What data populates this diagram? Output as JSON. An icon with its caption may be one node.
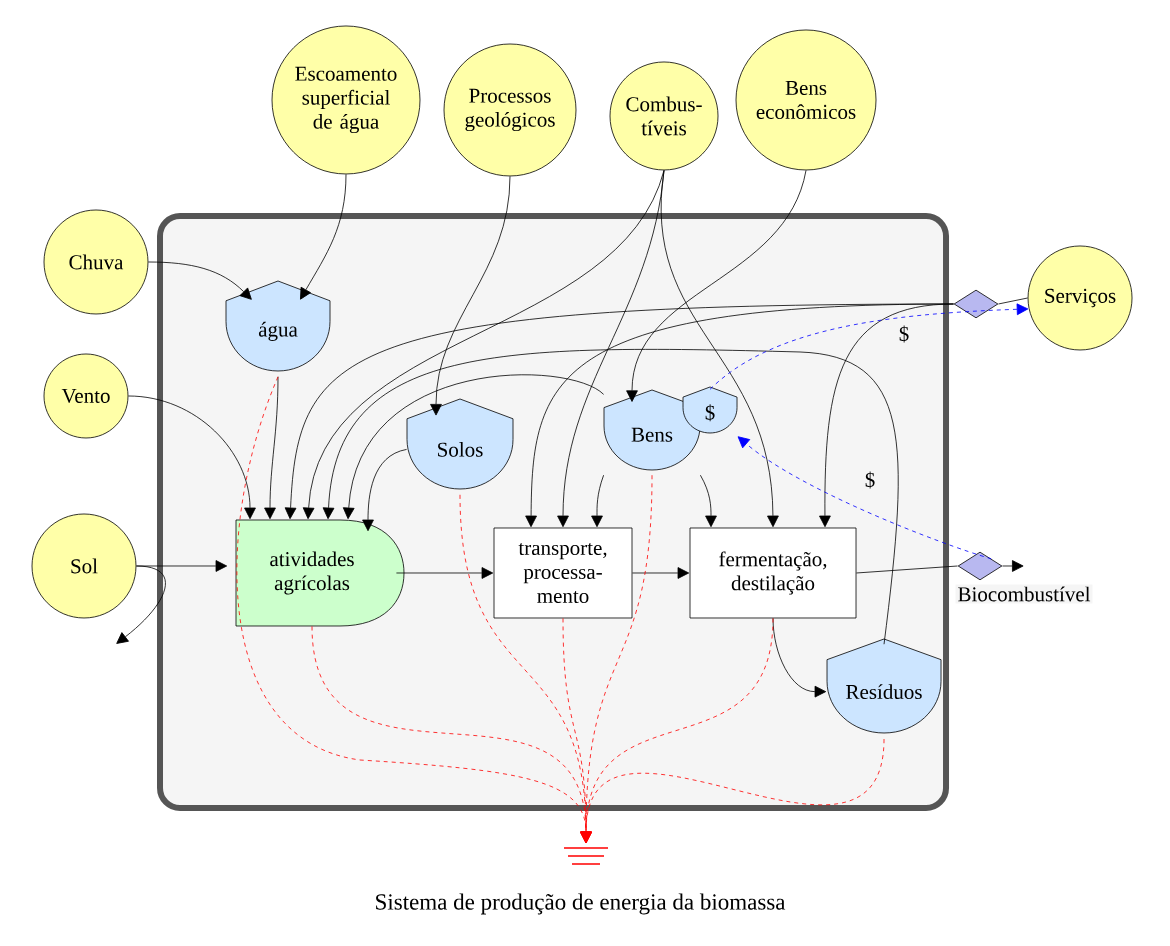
{
  "diagram": {
    "caption": "Sistema de produção de energia da biomassa",
    "nodes": [
      {
        "text": [],
        "shape": "box"
      },
      {
        "text": [
          "Chuva"
        ]
      },
      {
        "text": [
          "Escoamento superficial de água"
        ]
      },
      {
        "text": [
          "Processos geológicos"
        ]
      },
      {
        "text": [
          "Combus- tíveis"
        ]
      },
      {
        "text": [
          "Bens econômicos"
        ]
      },
      {
        "text": [
          "Vento"
        ]
      },
      {
        "text": [
          "Sol"
        ]
      },
      {
        "text": [
          "Serviços"
        ]
      },
      {
        "text": [
          "água"
        ],
        "in": 0
      },
      {
        "text": [
          "Solos"
        ],
        "in": 0
      },
      {
        "text": [
          "Bens"
        ],
        "in": 0
      },
      {
        "text": [
          "$"
        ],
        "in": 0
      },
      {
        "text": [
          "atividades agrícolas"
        ],
        "in": 0
      },
      {
        "text": [
          "transporte, processa- mento"
        ],
        "in": 0
      },
      {
        "text": [
          "fermentação, destilação"
        ],
        "in": 0
      },
      {
        "text": [
          "Resíduos"
        ],
        "in": 0
      },
      {
        "text": [],
        "shape": "ground"
      },
      {
        "text": [],
        "shape": "diamond"
      },
      {
        "text": [],
        "shape": "diamond"
      }
    ],
    "edges": [
      {
        "from": 1,
        "to": 9,
        "arrow": "to"
      },
      {
        "from": 2,
        "to": 9,
        "arrow": "to"
      },
      {
        "from": 6,
        "to": 13,
        "arrow": "to"
      },
      {
        "from": 7,
        "to": 13,
        "arrow": "to"
      },
      {
        "from": 7,
        "to": null,
        "arrow": "to"
      },
      {
        "from": 9,
        "to": 13,
        "arrow": "to"
      },
      {
        "from": 3,
        "to": 10,
        "arrow": "to"
      },
      {
        "from": 10,
        "to": 13,
        "arrow": "to"
      },
      {
        "from": 4,
        "to": 14,
        "arrow": "to"
      },
      {
        "from": 4,
        "to": 13,
        "arrow": "to"
      },
      {
        "from": 4,
        "to": 15,
        "arrow": "to"
      },
      {
        "from": 5,
        "to": 11,
        "arrow": "to"
      },
      {
        "from": 8,
        "to": 18,
        "arrow": "none"
      },
      {
        "from": 18,
        "to": 13,
        "arrow": "to"
      },
      {
        "from": 18,
        "to": 14,
        "arrow": "to"
      },
      {
        "from": 18,
        "to": 15,
        "arrow": "to"
      },
      {
        "from": 11,
        "to": 13,
        "arrow": "to"
      },
      {
        "from": 11,
        "to": 14,
        "arrow": "to"
      },
      {
        "from": 11,
        "to": 15,
        "arrow": "to"
      },
      {
        "from": 16,
        "to": 13,
        "arrow": "to"
      },
      {
        "from": 13,
        "to": 14,
        "arrow": "to"
      },
      {
        "from": 14,
        "to": 15,
        "arrow": "to"
      },
      {
        "from": 15,
        "to": 16,
        "arrow": "to"
      },
      {
        "from": 15,
        "to": 19,
        "arrow": "none",
        "label": "Biocombustível"
      },
      {
        "from": 19,
        "to": null,
        "arrow": "to"
      },
      {
        "from": 12,
        "to": 8,
        "arrow": "to",
        "style": "dashed",
        "color": "#0000ff",
        "label": "$"
      },
      {
        "from": 19,
        "to": 12,
        "arrow": "to",
        "style": "dashed",
        "color": "#0000ff",
        "label": "$"
      },
      {
        "from": 9,
        "to": 17,
        "arrow": "to",
        "style": "dashed",
        "color": "#ff0000"
      },
      {
        "from": 10,
        "to": 17,
        "arrow": "to",
        "style": "dashed",
        "color": "#ff0000"
      },
      {
        "from": 13,
        "to": 17,
        "arrow": "to",
        "style": "dashed",
        "color": "#ff0000"
      },
      {
        "from": 14,
        "to": 17,
        "arrow": "to",
        "style": "dashed",
        "color": "#ff0000"
      },
      {
        "from": 11,
        "to": 17,
        "arrow": "to",
        "style": "dashed",
        "color": "#ff0000"
      },
      {
        "from": 15,
        "to": 17,
        "arrow": "to",
        "style": "dashed",
        "color": "#ff0000"
      },
      {
        "from": 16,
        "to": 17,
        "arrow": "to",
        "style": "dashed",
        "color": "#ff0000"
      }
    ]
  }
}
